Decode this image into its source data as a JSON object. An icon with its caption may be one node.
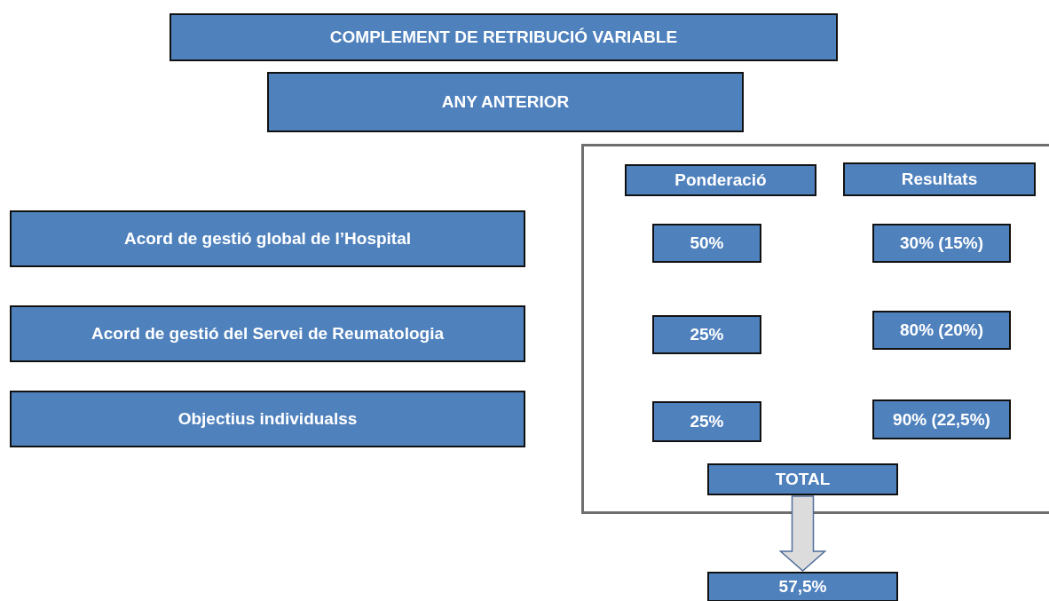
{
  "diagram": {
    "nodes": [
      {
        "text": [
          "COMPLEMENT  DE RETRIBUCIÓ  VARIABLE"
        ]
      },
      {
        "text": [
          "ANY ANTERIOR"
        ]
      },
      {
        "text": [
          "Acord de gestió global de l’Hospital"
        ]
      },
      {
        "text": [
          "Acord de gestió del Servei de Reumatologia"
        ]
      },
      {
        "text": [
          "Objectius individualss"
        ]
      },
      {
        "text": [],
        "shape": "box"
      },
      {
        "text": [
          "Ponderació"
        ],
        "in": 5
      },
      {
        "text": [
          "Resultats"
        ],
        "in": 5
      },
      {
        "text": [
          "50%"
        ],
        "in": 5
      },
      {
        "text": [
          "30% (15%)"
        ],
        "in": 5
      },
      {
        "text": [
          "25%"
        ],
        "in": 5
      },
      {
        "text": [
          "80% (20%)"
        ],
        "in": 5
      },
      {
        "text": [
          "25%"
        ],
        "in": 5
      },
      {
        "text": [
          "90% (22,5%)"
        ],
        "in": 5
      },
      {
        "text": [
          "TOTAL"
        ],
        "in": 5
      },
      {
        "text": [
          "57,5%"
        ]
      }
    ],
    "edges": [
      {
        "from": 14,
        "to": 15,
        "arrow": "to"
      }
    ]
  }
}
